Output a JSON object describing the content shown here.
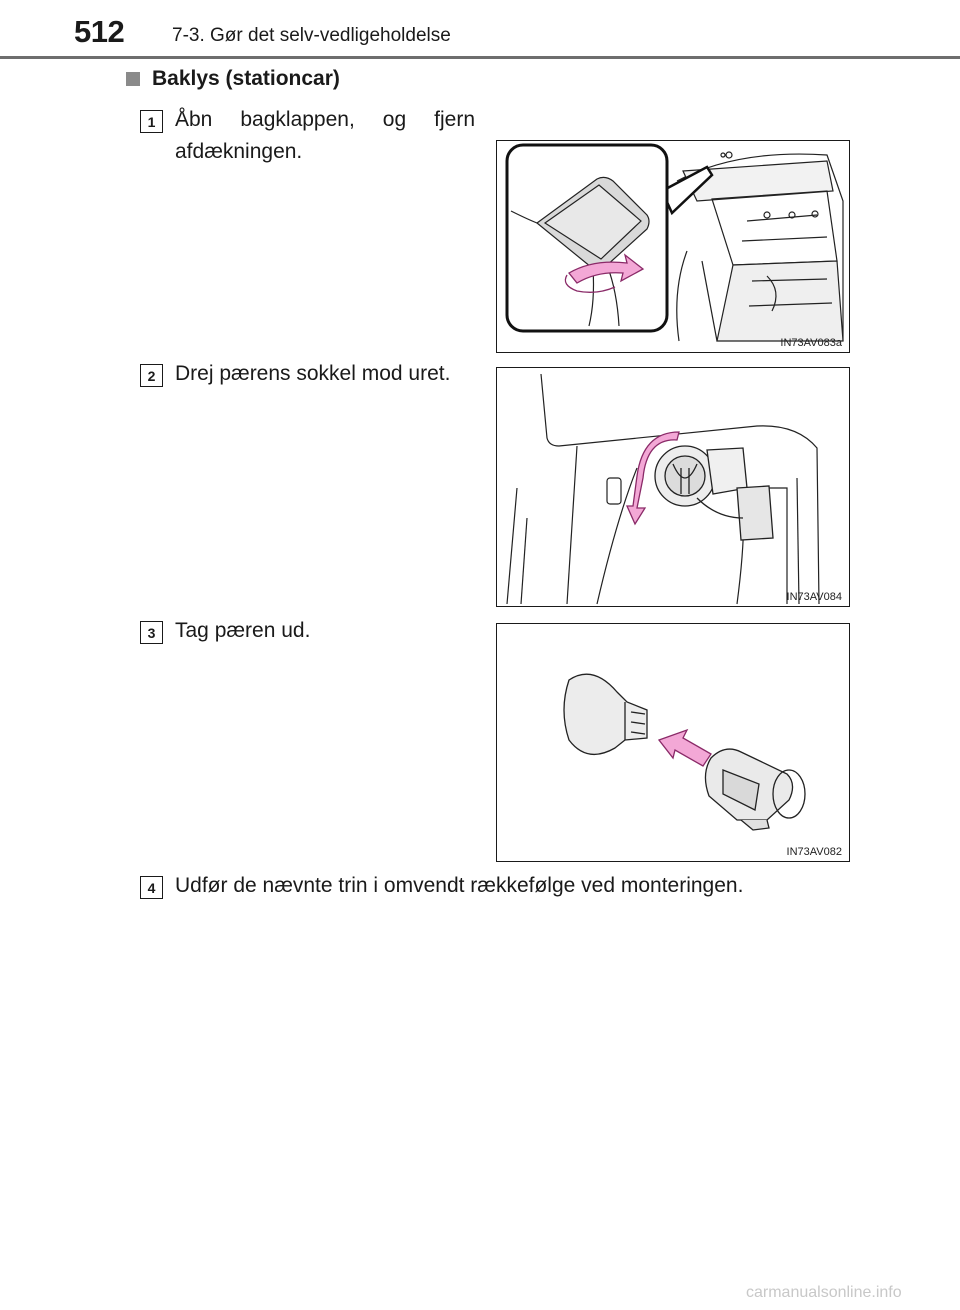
{
  "header": {
    "page_number": "512",
    "chapter_title": "7-3. Gør det selv-vedligeholdelse"
  },
  "section": {
    "heading": "Baklys (stationcar)"
  },
  "steps": [
    {
      "number": "1",
      "text": "Åbn bagklappen, og fjern afdækningen.",
      "figure_code": "IN73AV083a"
    },
    {
      "number": "2",
      "text": "Drej pærens sokkel mod uret.",
      "figure_code": "IN73AV084"
    },
    {
      "number": "3",
      "text": "Tag pæren ud.",
      "figure_code": "IN73AV082"
    },
    {
      "number": "4",
      "text": "Udfør de nævnte trin i omvendt rækkefølge ved monteringen."
    }
  ],
  "colors": {
    "arrow": "#f3a8d6",
    "arrow_stroke": "#8a2a68",
    "rule": "#6e6e6e"
  },
  "footer": {
    "watermark": "carmanualsonline.info"
  }
}
